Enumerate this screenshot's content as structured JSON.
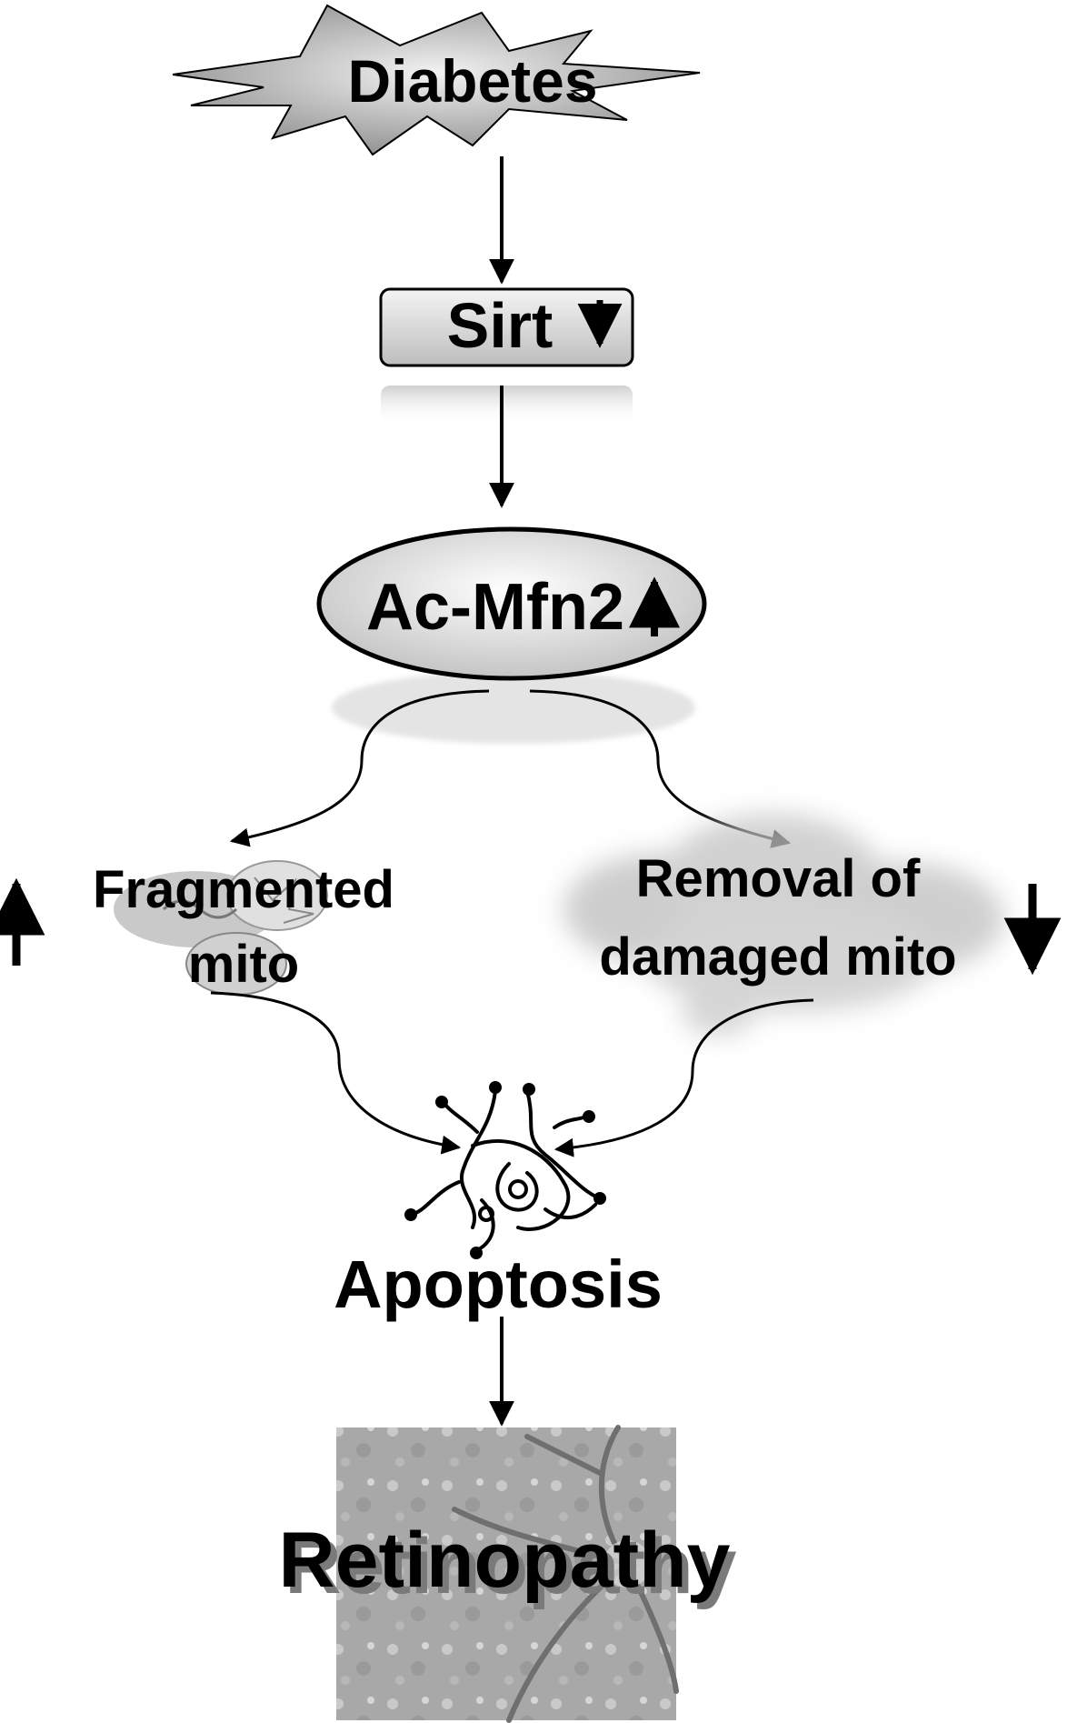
{
  "nodes": {
    "diabetes": {
      "label": "Diabetes"
    },
    "sirt": {
      "label": "Sirt",
      "indicator": "down"
    },
    "ac_mfn2": {
      "label": "Ac-Mfn2",
      "indicator": "up"
    },
    "fragmented_mito": {
      "line1": "Fragmented",
      "line2": "mito",
      "indicator": "up"
    },
    "removal_mito": {
      "line1": "Removal of",
      "line2": "damaged mito",
      "indicator": "down"
    },
    "apoptosis": {
      "label": "Apoptosis"
    },
    "retinopathy": {
      "label": "Retinopathy"
    }
  },
  "edges": [
    {
      "from": "diabetes",
      "to": "sirt"
    },
    {
      "from": "sirt",
      "to": "ac_mfn2"
    },
    {
      "from": "ac_mfn2",
      "to": "fragmented_mito"
    },
    {
      "from": "ac_mfn2",
      "to": "removal_mito"
    },
    {
      "from": "fragmented_mito",
      "to": "apoptosis"
    },
    {
      "from": "removal_mito",
      "to": "apoptosis"
    },
    {
      "from": "apoptosis",
      "to": "retinopathy"
    }
  ],
  "colors": {
    "starburst_fill": "#c8c8c8",
    "box_fill": "#d9d9d9",
    "ellipse_fill": "#e6e6e6",
    "cloud_fill": "#d4d4d4",
    "fundus_fill": "#a6a6a6",
    "stroke": "#000000"
  }
}
